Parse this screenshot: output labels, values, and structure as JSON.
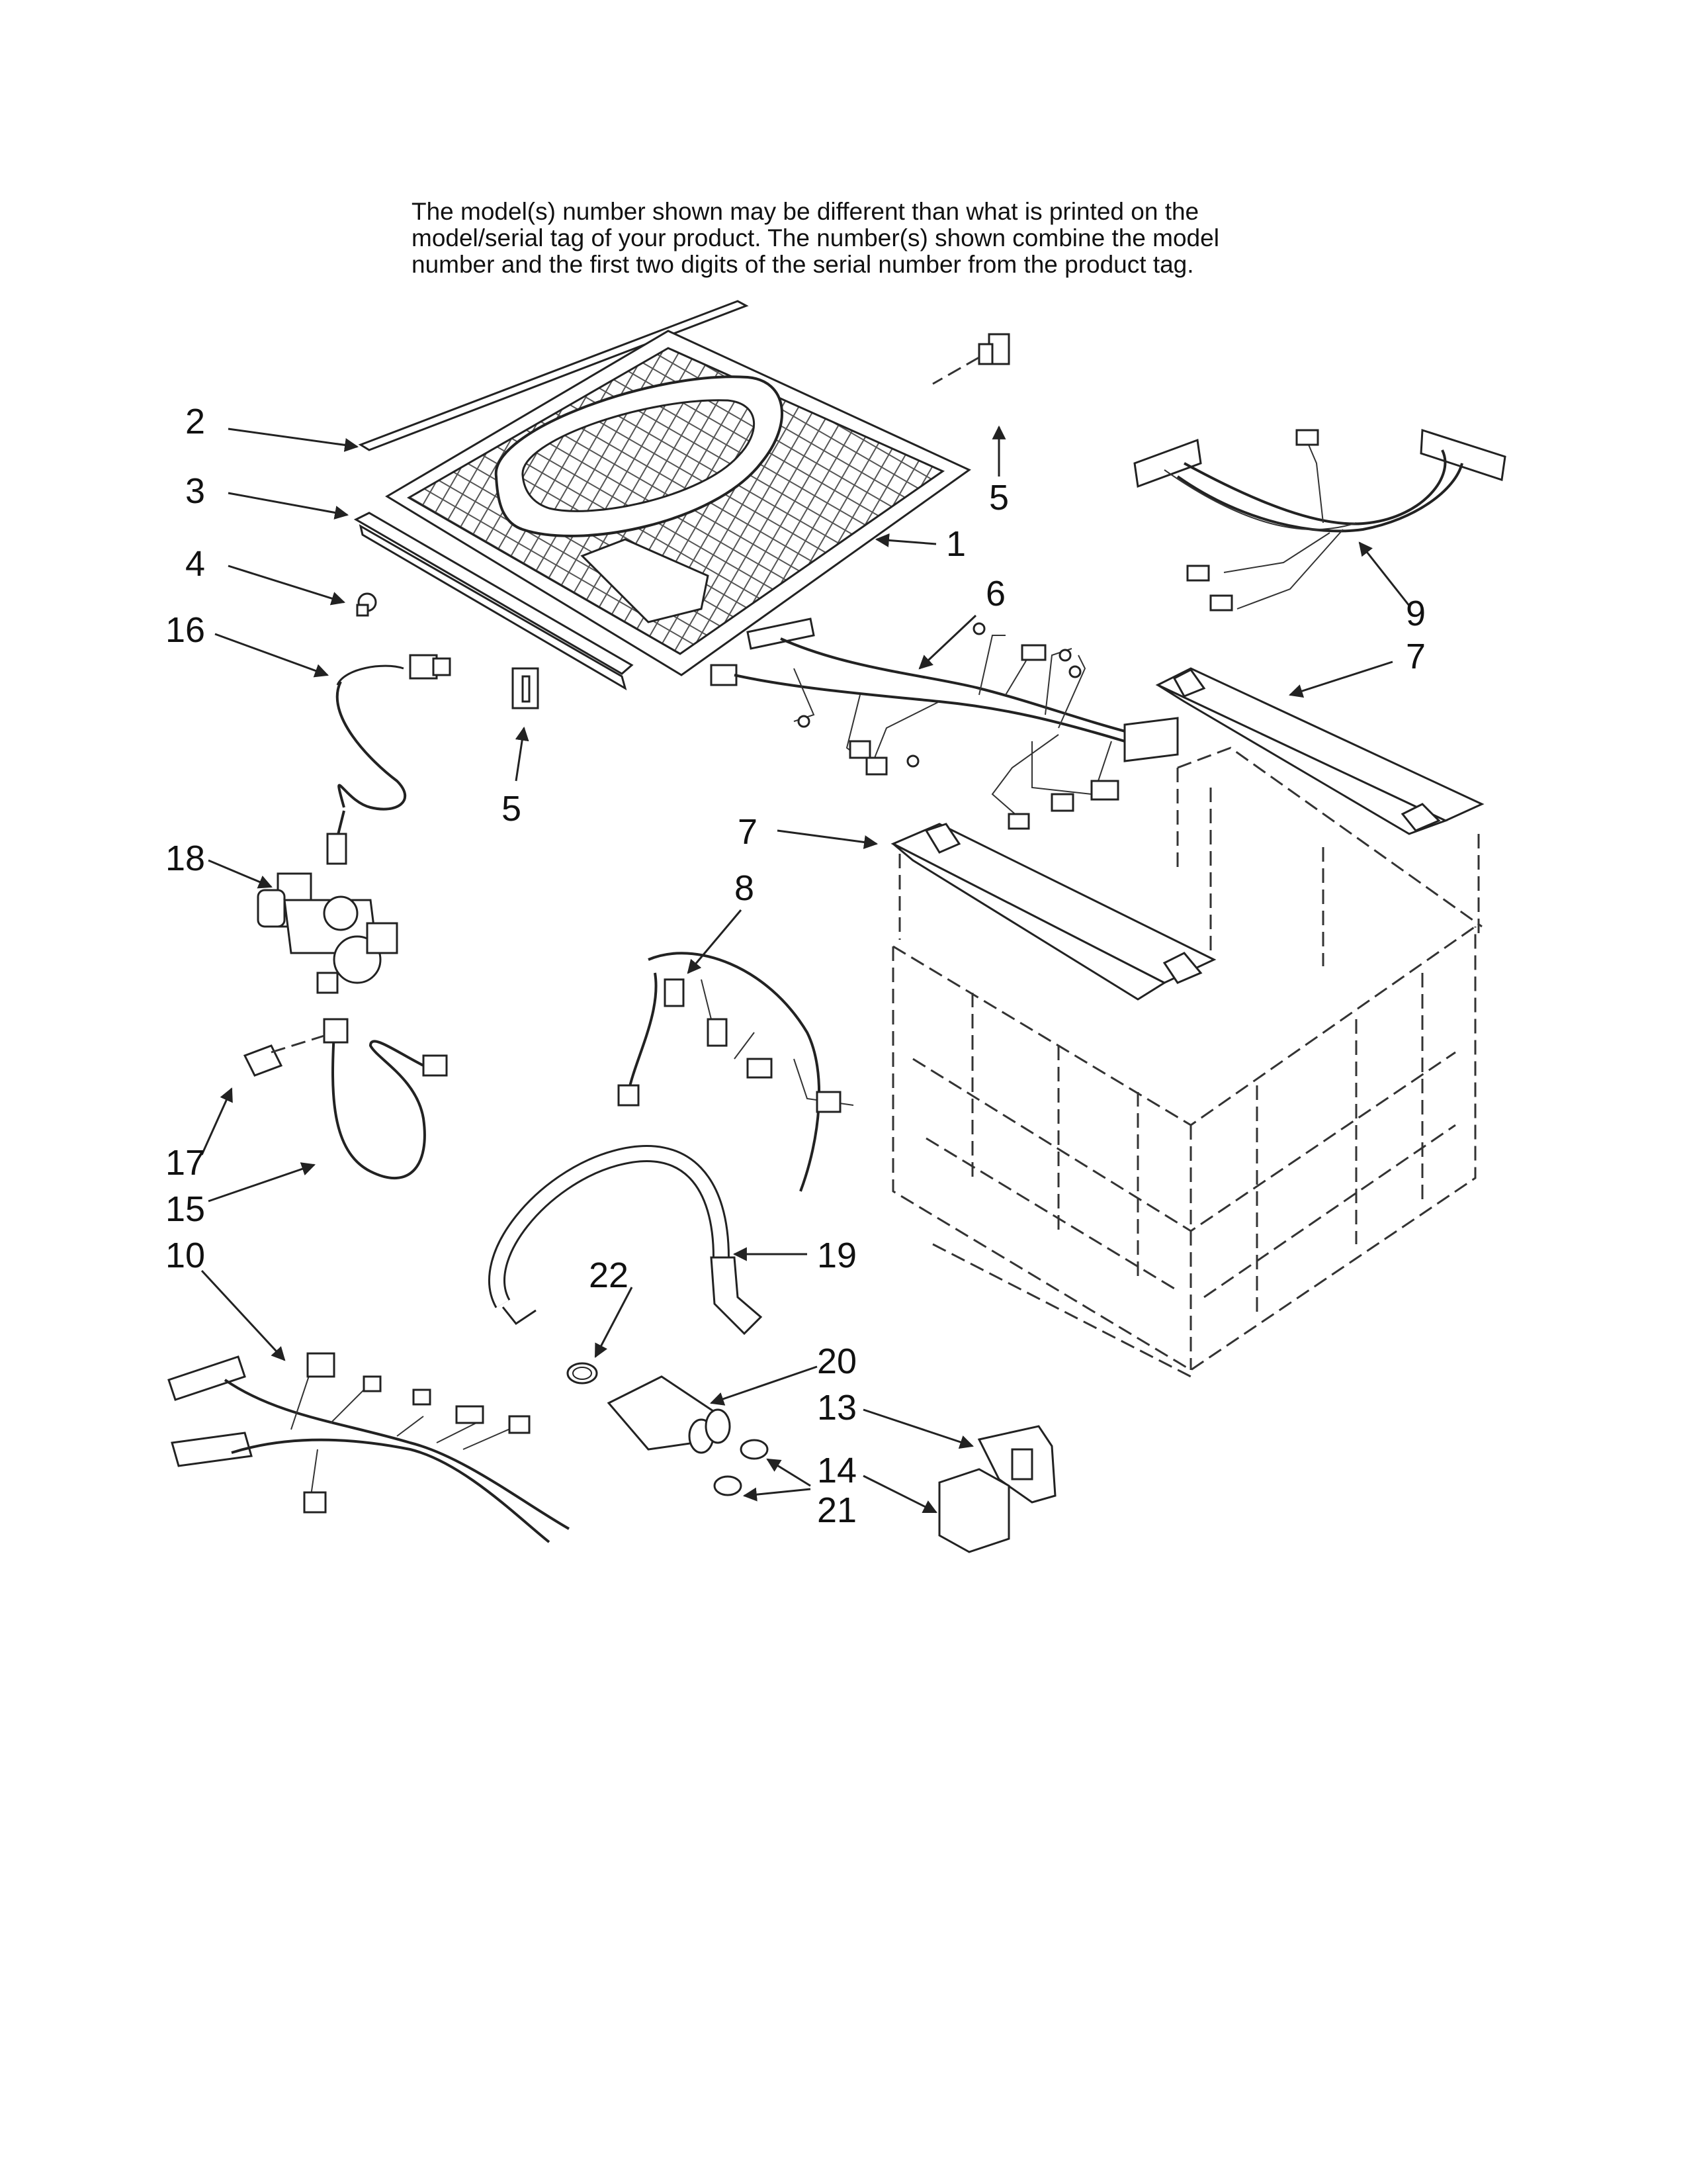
{
  "note": {
    "line1": "The model(s) number shown may be different than what is printed on the",
    "line2": "model/serial tag of your product. The number(s) shown combine the model",
    "line3": "number and the first two digits of the serial number from the product tag."
  },
  "callouts": {
    "c1": "1",
    "c2": "2",
    "c3": "3",
    "c4": "4",
    "c5a": "5",
    "c5b": "5",
    "c6": "6",
    "c7a": "7",
    "c7b": "7",
    "c8": "8",
    "c9": "9",
    "c10": "10",
    "c13": "13",
    "c14": "14",
    "c15": "15",
    "c16": "16",
    "c17": "17",
    "c18": "18",
    "c19": "19",
    "c20": "20",
    "c21": "21",
    "c22": "22"
  }
}
